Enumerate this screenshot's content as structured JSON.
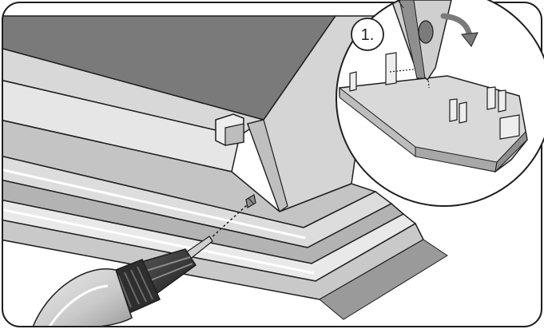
{
  "illustration": {
    "step_callout": {
      "number_label": "1."
    },
    "colors": {
      "outline": "#1e1e1e",
      "frame_light": "#dcdcdc",
      "frame_mid": "#bdbdbd",
      "frame_dark": "#8f8f8f",
      "panel": "#7a7a7a",
      "drill_body": "#cfcfcf",
      "drill_grip": "#3a3a3a",
      "background": "#ffffff"
    },
    "icons": [
      "window-frame",
      "corner-cleat",
      "screw",
      "power-drill",
      "pliers",
      "rotate-arrow-icon",
      "magnifier-callout"
    ]
  }
}
